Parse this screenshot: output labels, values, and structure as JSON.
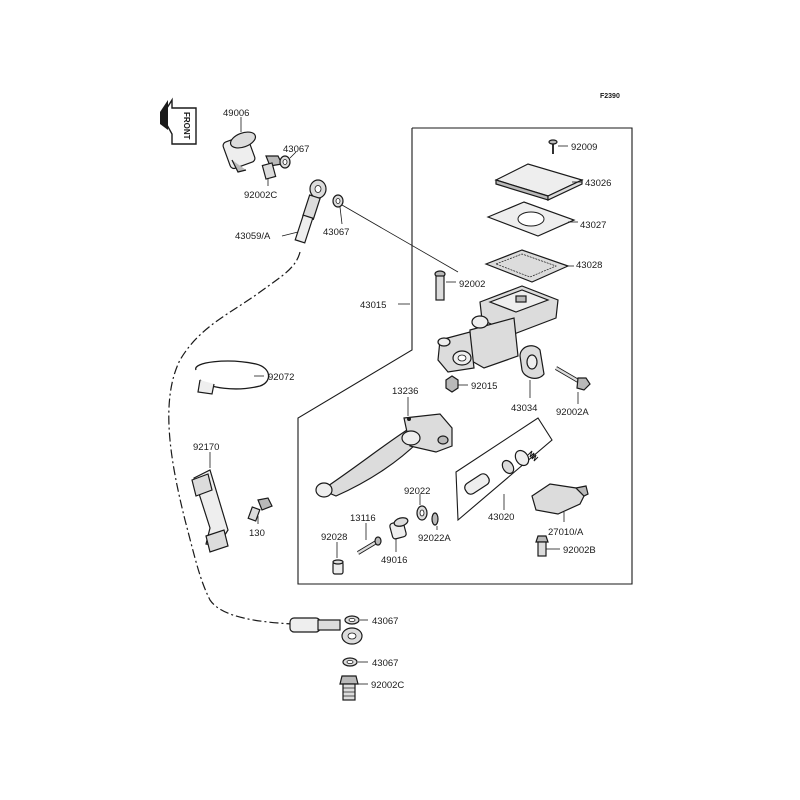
{
  "figure_code": "F2390",
  "front_marker": "FRONT",
  "labels": {
    "p49006": "49006",
    "p43067_a": "43067",
    "p92002C_a": "92002C",
    "p43067_b": "43067",
    "p43059A": "43059/A",
    "p92009": "92009",
    "p43026": "43026",
    "p43027": "43027",
    "p43028": "43028",
    "p92002": "92002",
    "p43015": "43015",
    "p92072": "92072",
    "p92015": "92015",
    "p43034": "43034",
    "p92002A": "92002A",
    "p13236": "13236",
    "p92170": "92170",
    "p92022": "92022",
    "p43020": "43020",
    "p13116": "13116",
    "p92028": "92028",
    "p92022A": "92022A",
    "p27010A": "27010/A",
    "p49016": "49016",
    "p92002B": "92002B",
    "p130": "130",
    "p43067_c": "43067",
    "p43067_d": "43067",
    "p92002C_b": "92002C"
  },
  "colors": {
    "ink": "#1a1a1a",
    "part_fill": "#dcdcdc",
    "background": "#ffffff"
  }
}
